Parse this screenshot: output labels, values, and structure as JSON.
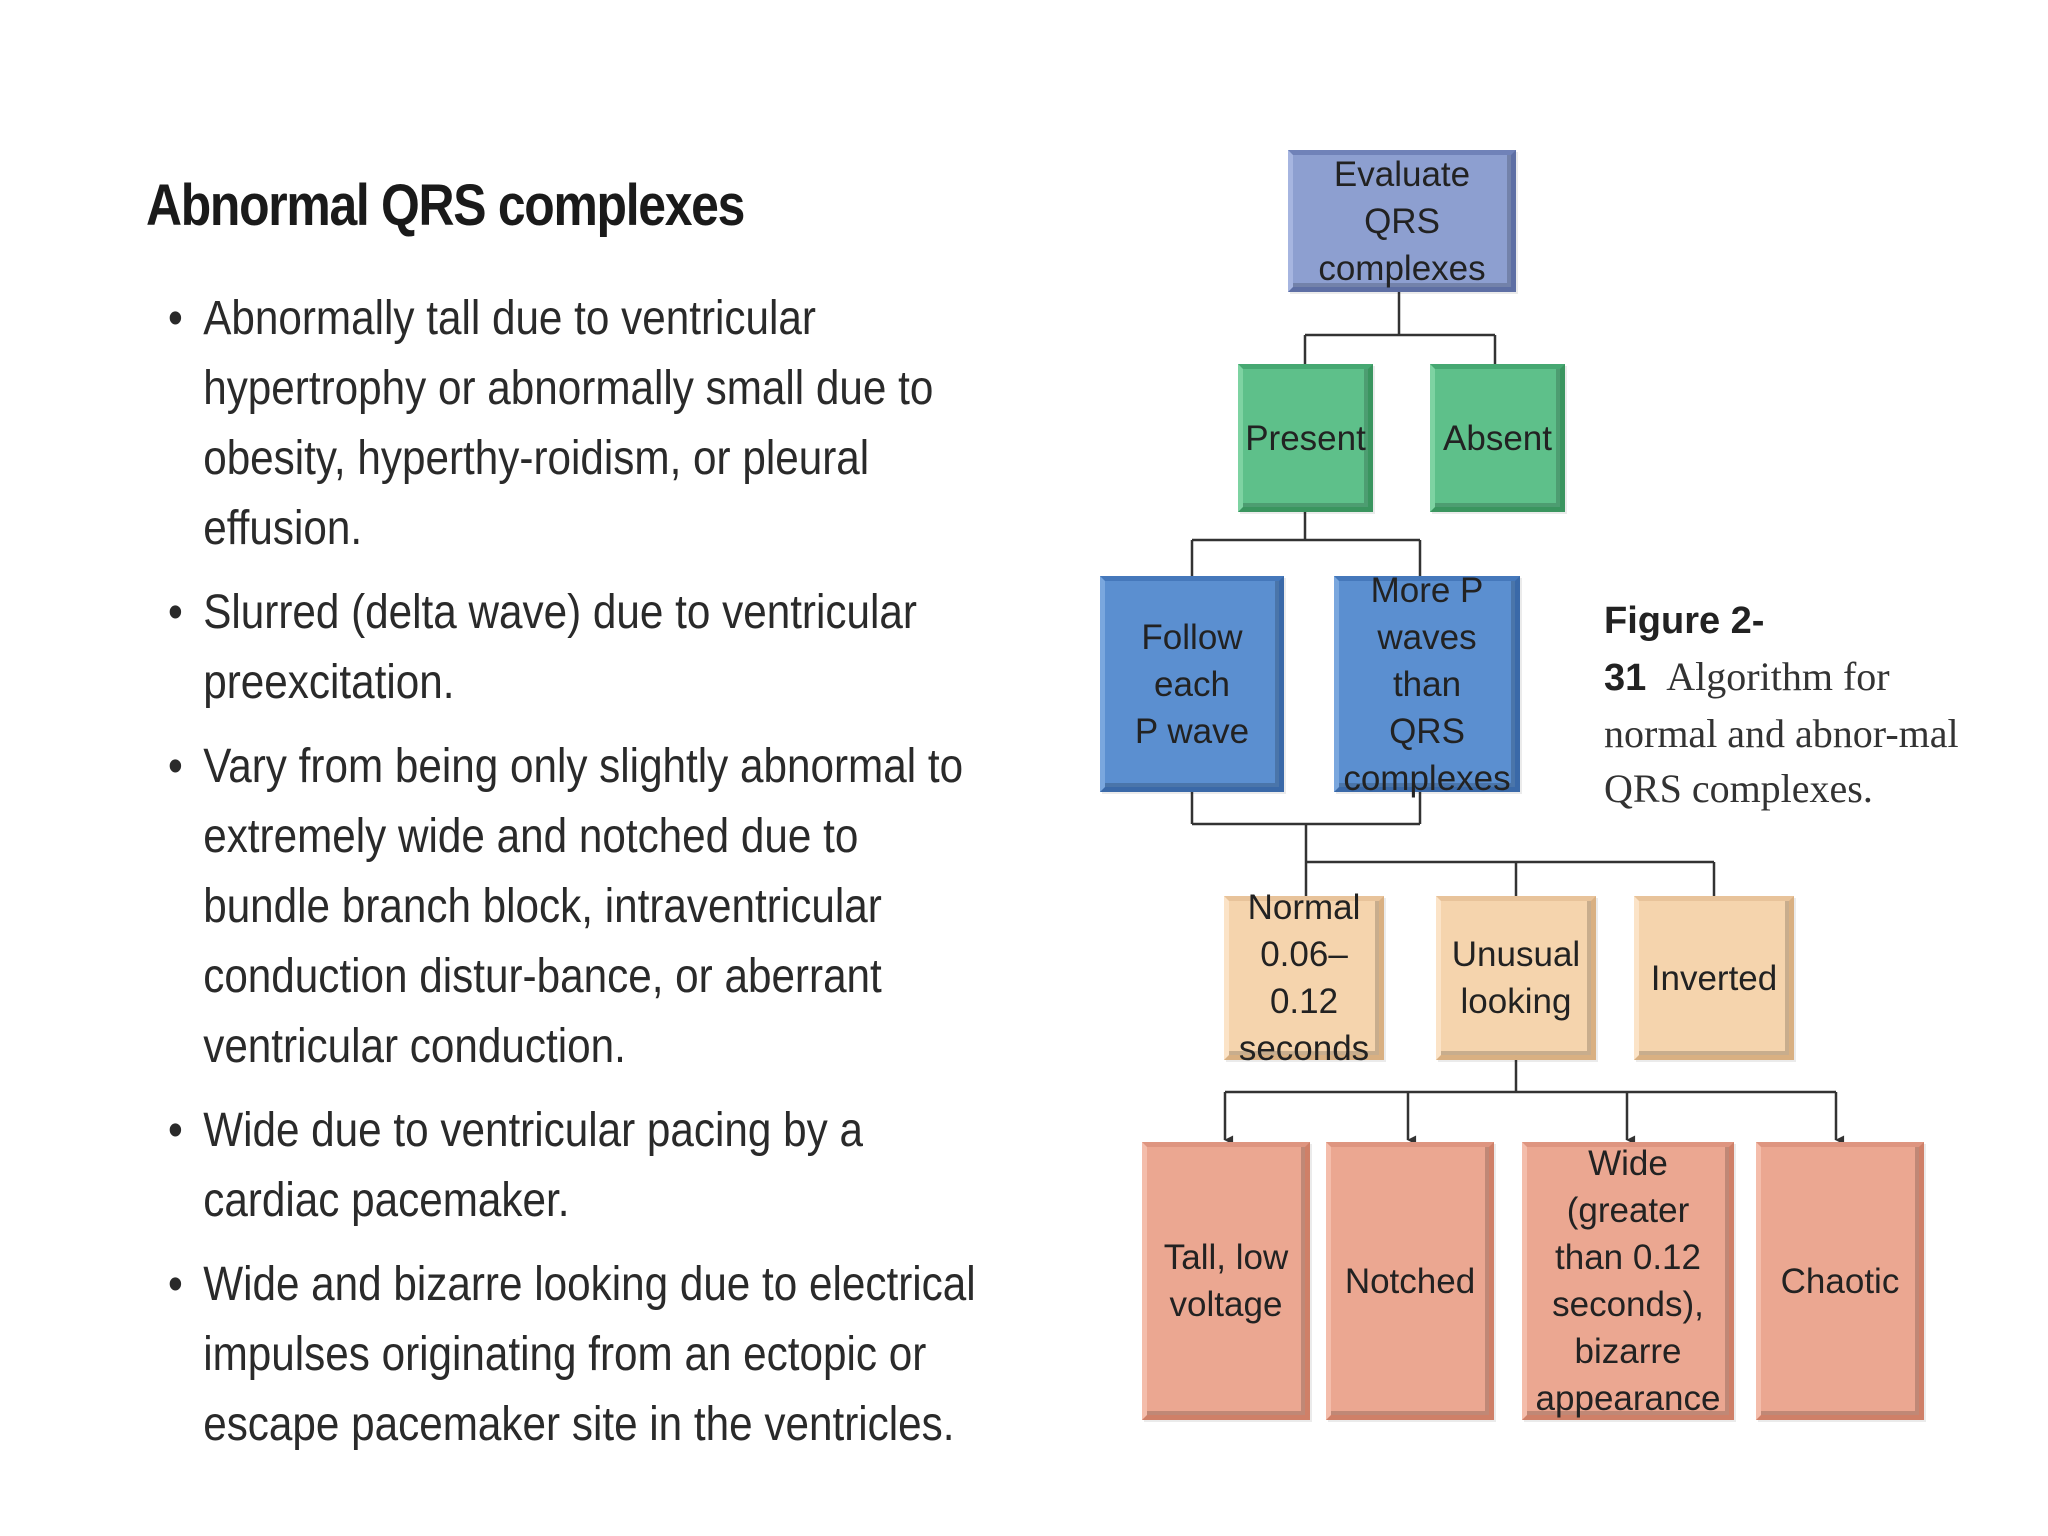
{
  "heading": "Abnormal QRS complexes",
  "bullets": [
    "Abnormally tall due to ventricular hypertrophy or abnormally small due to obesity, hyperthy-roidism, or pleural effusion.",
    "Slurred (delta wave) due to ventricular preexcitation.",
    "Vary from being only slightly abnormal to extremely wide and notched due to bundle branch block, intraventricular conduction distur-bance, or aberrant ventricular conduction.",
    "Wide due to ventricular pacing by a cardiac pacemaker.",
    "Wide and bizarre looking due to electrical impulses originating from an ectopic or escape pacemaker site in the ventricles."
  ],
  "flowchart": {
    "root": "Evaluate QRS\ncomplexes",
    "present": "Present",
    "absent": "Absent",
    "follow": "Follow\neach\nP wave",
    "more_p": "More P\nwaves than\nQRS\ncomplexes",
    "normal": "Normal\n0.06–0.12\nseconds",
    "unusual": "Unusual\nlooking",
    "inverted": "Inverted",
    "tall_low": "Tall, low\nvoltage",
    "notched": "Notched",
    "wide": "Wide (greater\nthan 0.12\nseconds),\nbizarre\nappearance",
    "chaotic": "Chaotic"
  },
  "caption": {
    "label": "Figure 2-31",
    "text": "Algorithm for normal and abnor-mal QRS complexes."
  },
  "colors": {
    "root": "#8d9fd0",
    "green": "#5ec08a",
    "blue": "#5b8fd0",
    "tan": "#f5d4ad",
    "salmon": "#eba791",
    "connector": "#333333"
  }
}
